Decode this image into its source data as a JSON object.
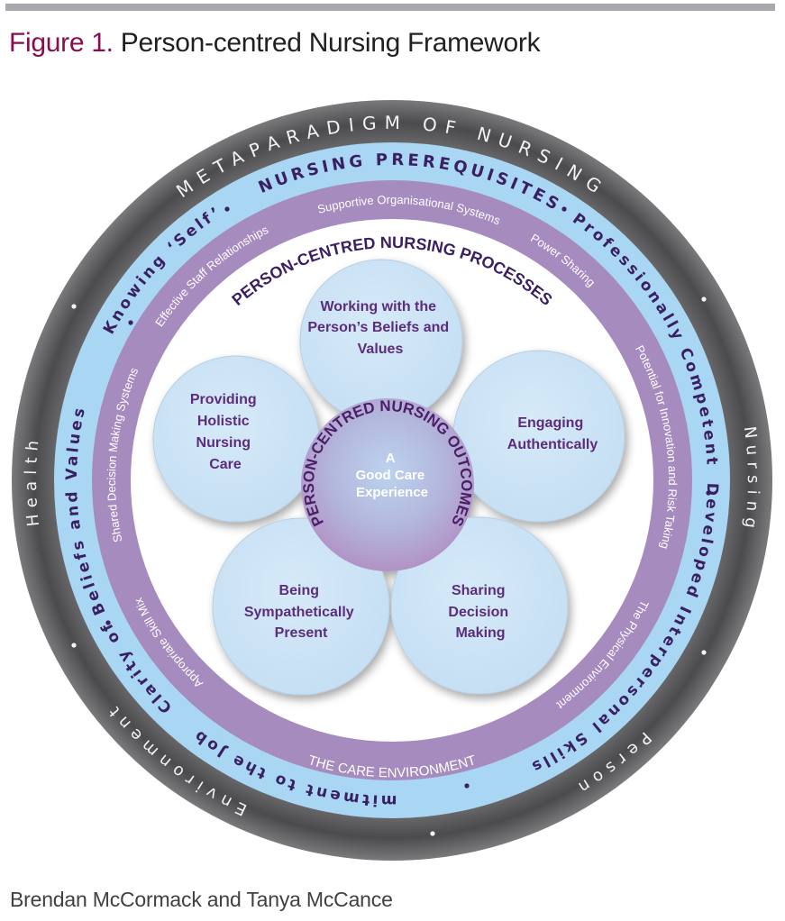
{
  "figure": {
    "number_label": "Figure 1.",
    "title": "Person-centred Nursing Framework",
    "credit": "Brendan McCormack and Tanya McCance"
  },
  "colors": {
    "title_accent": "#8a0d4f",
    "dark_ring": "#5a5a5c",
    "prerequisites_ring": "#a9d6f2",
    "care_environment_ring": "#a68bbf",
    "petal_fill": "#cfe6f6",
    "outcome_fill": "#b49cc8",
    "text_purple": "#3a1f63"
  },
  "metaparadigm": {
    "title": "METAPARADIGM OF NURSING",
    "items": [
      "Nursing",
      "Person",
      "Environment",
      "Health"
    ]
  },
  "prerequisites": {
    "title": "NURSING PREREQUISITES",
    "items": [
      "Clarity of Beliefs and Values",
      "Knowing ‘Self’",
      "Professionally Competent",
      "Developed Interpersonal Skills",
      "Commitment to the Job"
    ]
  },
  "care_environment": {
    "title": "THE CARE ENVIRONMENT",
    "items": [
      "Appropriate Skill Mix",
      "Shared Decision Making Systems",
      "Effective Staff Relationships",
      "Supportive Organisational Systems",
      "Power Sharing",
      "Potential for Innovation and Risk Taking",
      "The Physical Environment"
    ]
  },
  "processes": {
    "title": "PERSON-CENTRED NURSING PROCESSES",
    "petals": [
      {
        "lines": [
          "Working with the",
          "Person’s Beliefs and",
          "Values"
        ]
      },
      {
        "lines": [
          "Engaging",
          "Authentically"
        ]
      },
      {
        "lines": [
          "Sharing",
          "Decision",
          "Making"
        ]
      },
      {
        "lines": [
          "Being",
          "Sympathetically",
          "Present"
        ]
      },
      {
        "lines": [
          "Providing",
          "Holistic",
          "Nursing",
          "Care"
        ]
      }
    ]
  },
  "outcomes": {
    "title": "PERSON-CENTRED NURSING OUTCOMES",
    "center_lines": [
      "A",
      "Good Care",
      "Experience"
    ]
  }
}
